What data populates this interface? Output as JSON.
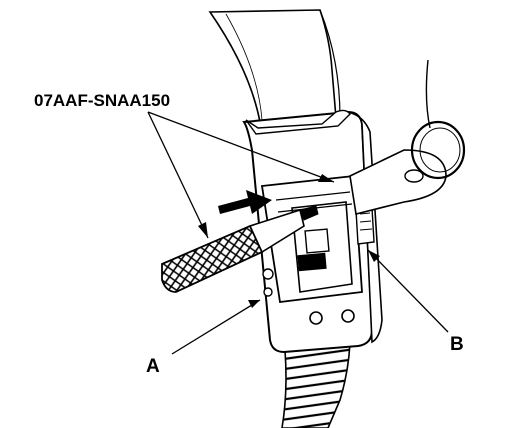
{
  "labels": {
    "tool": "07AAF-SNAA150",
    "a": "A",
    "b": "B"
  },
  "colors": {
    "ink": "#000000",
    "paper": "#ffffff"
  }
}
